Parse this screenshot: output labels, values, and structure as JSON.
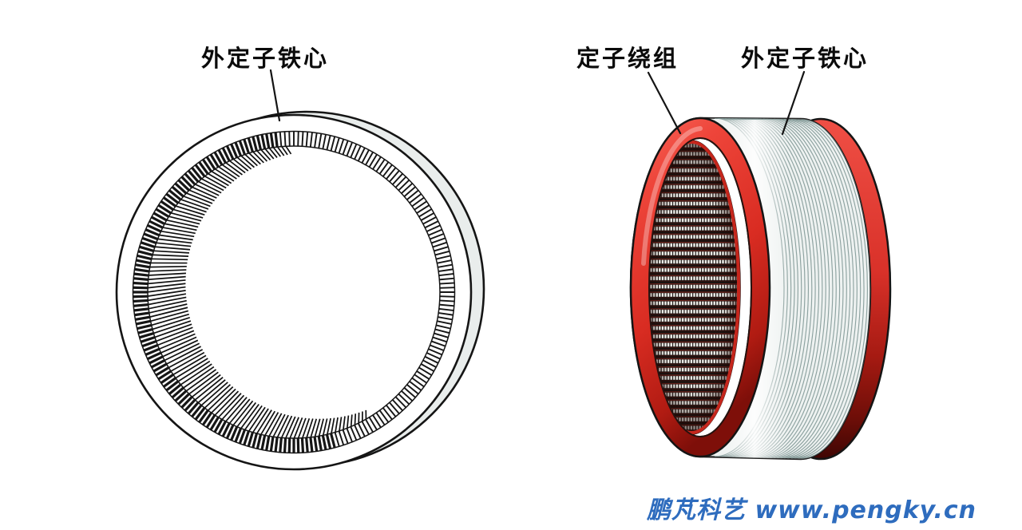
{
  "diagram": {
    "labels": {
      "left_core": "外定子铁心",
      "stator_winding": "定子绕组",
      "right_core": "外定子铁心"
    },
    "watermark": {
      "text": "鹏芃科艺 www.pengky.cn",
      "color": "#2e6cbe"
    },
    "colors": {
      "background": "#ffffff",
      "outline": "#151515",
      "core_white": "#ffffff",
      "rim_shade": "#e9edec",
      "lamination_bg": "#eef2f1",
      "lamination_line": "#8da2a0",
      "red_bright": "#ee453a",
      "red_mid": "#d92c22",
      "red_dark": "#8e150e",
      "red_deep": "#3f0604",
      "mesh_wire": "#f2f2ed",
      "mesh_dark": "#171210",
      "mesh_red": "#6d221b",
      "label_text": "#0b0b0b"
    }
  }
}
